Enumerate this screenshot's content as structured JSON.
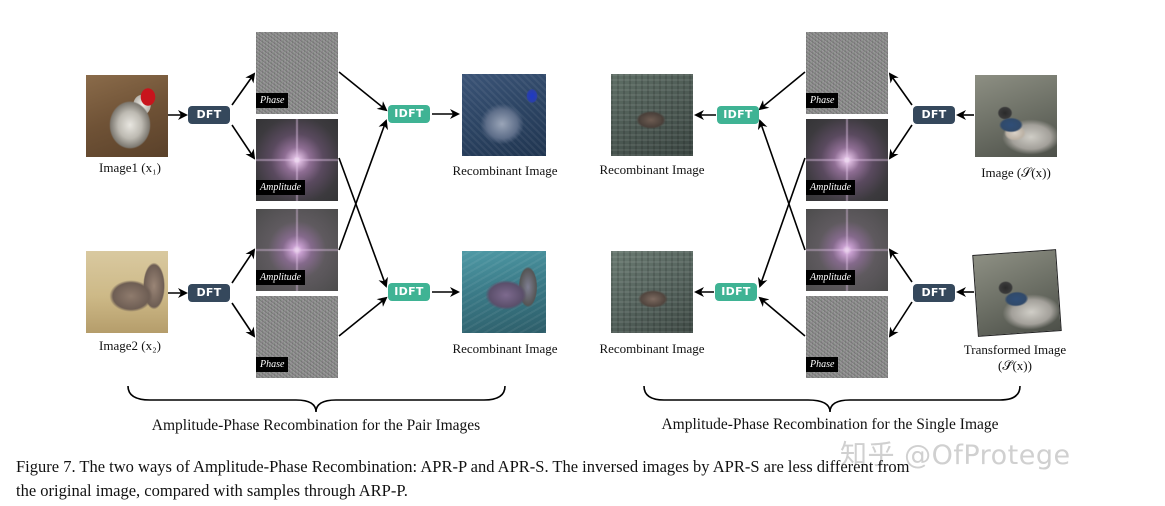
{
  "figure": {
    "caption_line1": "Figure 7. The two ways of Amplitude-Phase Recombination: APR-P and APR-S. The inversed images by APR-S are less different from",
    "caption_line2": "the original image, compared with samples through ARP-P."
  },
  "watermark": "知乎 @OfProtege",
  "left_panel": {
    "image1_label": "Image1 (x₁)",
    "image2_label": "Image2 (x₂)",
    "dft_label": "DFT",
    "idft_label": "IDFT",
    "phase_label": "Phase",
    "amplitude_label": "Amplitude",
    "recombinant_label": "Recombinant Image",
    "brace_label": "Amplitude-Phase Recombination for the Pair Images"
  },
  "right_panel": {
    "image_label": "Image (𝒮(x))",
    "transformed_label_line1": "Transformed Image",
    "transformed_label_line2": "(𝒮̃(x))",
    "dft_label": "DFT",
    "idft_label": "IDFT",
    "phase_label": "Phase",
    "amplitude_label": "Amplitude",
    "recombinant_label": "Recombinant Image",
    "brace_label": "Amplitude-Phase Recombination for the Single Image"
  },
  "colors": {
    "dft_badge": "#35485c",
    "idft_badge": "#3fb394",
    "arrow": "#000000"
  }
}
